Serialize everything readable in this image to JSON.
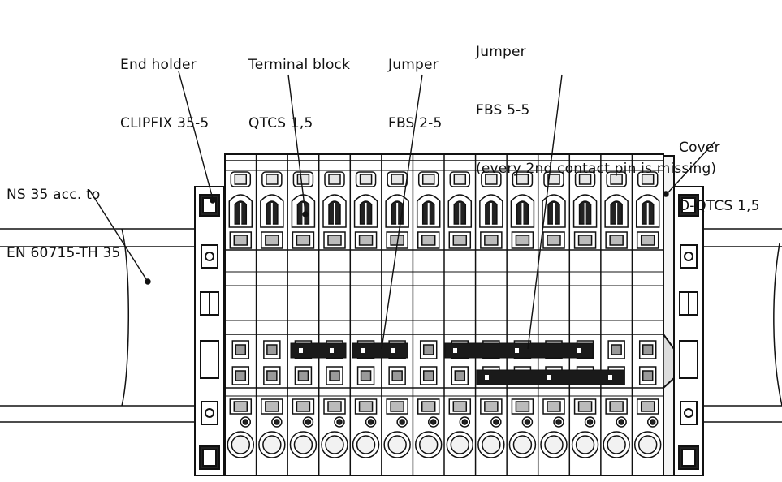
{
  "labels": {
    "end_holder": {
      "line1": "End holder",
      "line2": "CLIPFIX 35-5"
    },
    "terminal_block": {
      "line1": "Terminal block",
      "line2": "QTCS 1,5"
    },
    "jumper_fbs25": {
      "line1": "Jumper",
      "line2": "FBS 2-5"
    },
    "jumper_fbs55": {
      "line1": "Jumper",
      "line2": "FBS 5-5",
      "line3": "(every 2nd contact pin is missing)"
    },
    "cover": {
      "line1": "Cover",
      "line2": "D-QTCS 1,5"
    },
    "rail": {
      "line1": "NS 35 acc. to",
      "line2": "EN 60715-TH 35"
    }
  },
  "terminal_count": 14,
  "colors": {
    "line": "#111111",
    "fill": "#ffffff",
    "jumper": "#1a1a1a",
    "shade": "#cfcfcf"
  }
}
